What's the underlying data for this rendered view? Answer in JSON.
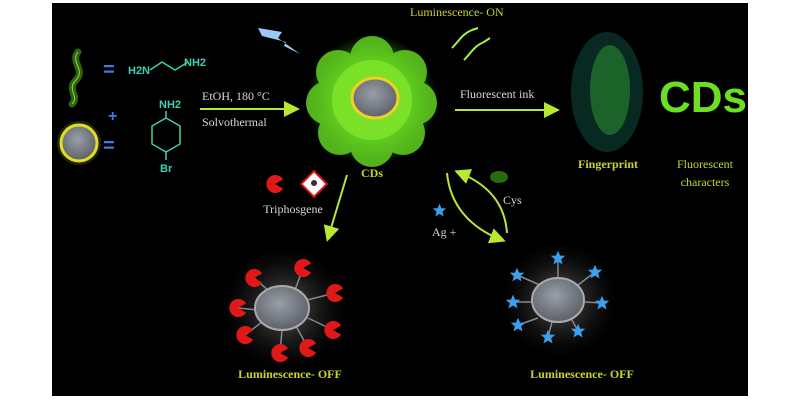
{
  "reactants": {
    "ethylenediamine_left": "H2N",
    "ethylenediamine_right": "NH2",
    "aniline_top": "NH2",
    "aniline_bottom": "Br",
    "equals": "=",
    "plus": "+"
  },
  "synthesis": {
    "condition_top": "EtOH, 180 °C",
    "condition_bottom": "Solvothermal"
  },
  "product": {
    "label": "CDs",
    "state_on": "Luminescence- ON"
  },
  "application": {
    "arrow_label": "Fluorescent ink",
    "fingerprint_label": "Fingerprint",
    "characters_text": "CDs",
    "characters_label_line1": "Fluorescent",
    "characters_label_line2": "characters"
  },
  "triphosgene_path": {
    "reagent_label": "Triphosgene",
    "state_off": "Luminescence- OFF"
  },
  "silver_path": {
    "ion_label": "Ag +",
    "reverse_label": "Cys",
    "state_off": "Luminescence- OFF"
  },
  "colors": {
    "background": "#000000",
    "glow_green": "#7ae020",
    "label_yellow": "#c8d42a",
    "arrow_green": "#b8e830",
    "pacman_red": "#e01818",
    "star_blue": "#3aa0f0"
  }
}
